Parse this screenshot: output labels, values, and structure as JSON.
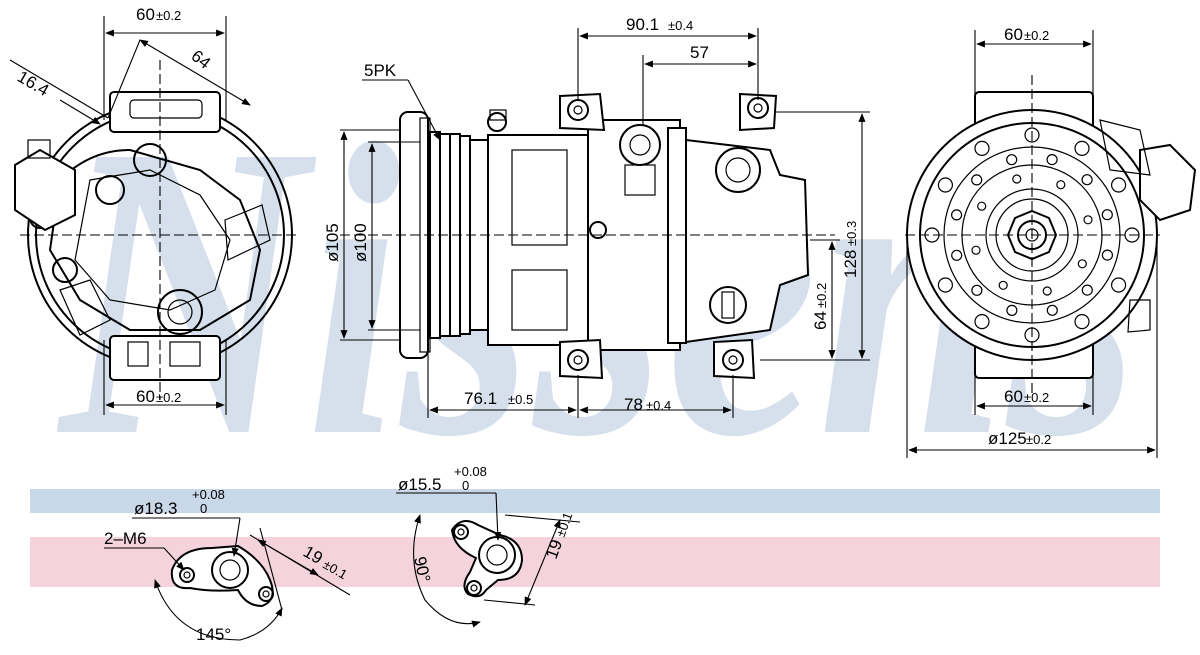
{
  "watermark": {
    "text": "Nissens",
    "color": "#c7d6e6"
  },
  "bands": {
    "blue": "#c9d8e8",
    "pink": "#f4d3dc"
  },
  "left_view": {
    "top_width": {
      "value": "60",
      "tol": "±0.2"
    },
    "bottom_width": {
      "value": "60",
      "tol": "±0.2"
    },
    "angle_a": "16.4",
    "angle_b": "64"
  },
  "side_view": {
    "pulley": "5PK",
    "dia_105": "ø105",
    "dia_100": "ø100",
    "top_overall": {
      "value": "90.1",
      "tol": "±0.4"
    },
    "top_inner": "57",
    "height_128": {
      "value": "128",
      "tol": "±0.3"
    },
    "height_64": {
      "value": "64",
      "tol": "±0.2"
    },
    "bottom_left": {
      "value": "76.1",
      "tol": "±0.5"
    },
    "bottom_right": {
      "value": "78",
      "tol": "±0.4"
    }
  },
  "right_view": {
    "top_width": {
      "value": "60",
      "tol": "±0.2"
    },
    "bottom_width": {
      "value": "60",
      "tol": "±0.2"
    },
    "diameter": {
      "value": "ø125",
      "tol": "±0.2"
    }
  },
  "port_left": {
    "bolt": "2–M6",
    "dia": "ø18.3",
    "tol_plus": "+0.08",
    "tol_zero": "0",
    "spacing": {
      "value": "19",
      "tol": "±0.1"
    },
    "angle": "145°"
  },
  "port_right": {
    "dia": "ø15.5",
    "tol_plus": "+0.08",
    "tol_zero": "0",
    "spacing": {
      "value": "19",
      "tol": "±0.1"
    },
    "angle": "90°"
  }
}
